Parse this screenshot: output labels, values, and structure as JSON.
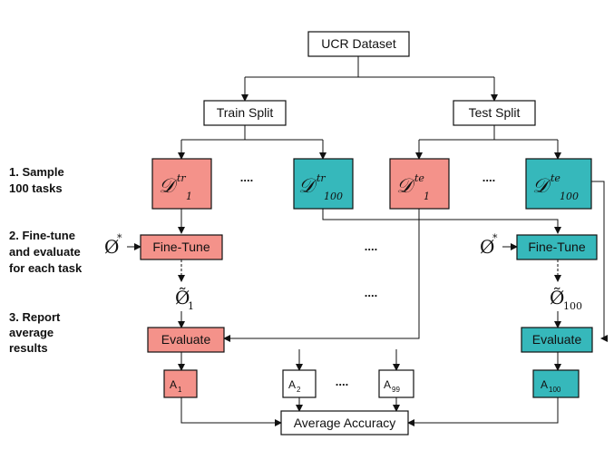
{
  "nodes": {
    "ucr_dataset": "UCR Dataset",
    "train_split": "Train Split",
    "test_split": "Test Split",
    "fine_tune_left": "Fine-Tune",
    "fine_tune_right": "Fine-Tune",
    "evaluate_left": "Evaluate",
    "evaluate_right": "Evaluate",
    "average_accuracy": "Average Accuracy"
  },
  "tasks": {
    "d_symbol": "𝒟",
    "train_sup": "tr",
    "test_sup": "te",
    "first_sub": "1",
    "last_sub": "100"
  },
  "accuracies": {
    "letter": "A",
    "a1_sub": "1",
    "a2_sub": "2",
    "a99_sub": "99",
    "a100_sub": "100"
  },
  "params": {
    "phi": "Ø",
    "star": "*",
    "phi_tilde": "Ø̃",
    "sub_1": "1",
    "sub_100": "100"
  },
  "steps": {
    "step1_line1": "1. Sample",
    "step1_line2": "100 tasks",
    "step2_line1": "2. Fine-tune",
    "step2_line2": "and evaluate",
    "step2_line3": "for each task",
    "step3_line1": "3. Report",
    "step3_line2": "average",
    "step3_line3": "results"
  },
  "ellipsis": "....",
  "colors": {
    "salmon": "#f4928a",
    "teal": "#36b8bb",
    "stroke": "#111111"
  }
}
